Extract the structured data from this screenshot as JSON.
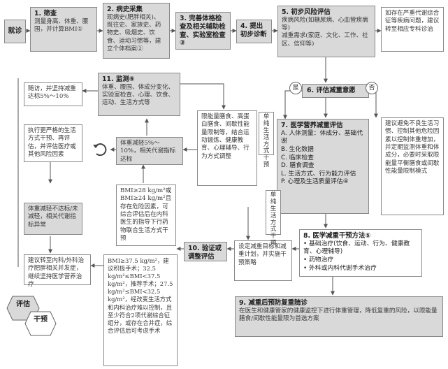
{
  "start": "就诊",
  "steps": {
    "s1": {
      "title": "1. 筛查",
      "text": "测量身高、体重、腰围，并计算BMI①"
    },
    "s2": {
      "title": "2. 病史采集",
      "text": "现病史(肥胖相关)、既往史、家族史、药物史、吸烟史、饮食、运动习惯等，建立个体档案②"
    },
    "s3": {
      "title": "3. 完善体格检查及相关辅助检查、实验室检查③"
    },
    "s4": {
      "title": "4. 提出初步诊断"
    },
    "s5": {
      "title": "5. 初步风险评估",
      "text": "疾病风险(如糖尿病、心血管疾病等)\n减重需求(家庭、文化、工作、社区、信仰等)"
    },
    "s5note": "如存在严重代谢综合征等疾病问题，建议转至相应专科诊治",
    "s6": {
      "title": "6. 评估减重意愿",
      "yes": "是",
      "no": "否"
    },
    "s7": {
      "title": "7. 医学营养减重评估",
      "items": [
        "A. 人体测量：体成分、基础代谢",
        "B. 生化数据",
        "C. 临床检查",
        "D. 膳食调查",
        "L. 生活方式、行为能力评估",
        "P. 心理及生活质量评估④"
      ]
    },
    "s7note": "建议避免不良生活习惯、控制其他危险因素以控制体重增加，并定期监测体重和体成分，必要时采取限能量平衡膳食或间歇性能量限制模式",
    "s8": {
      "title": "8. 医学减重干预方法⑤",
      "items": [
        "• 基础治疗(饮食、运动、行为、健康教育、心理辅导)",
        "• 药物治疗",
        "• 外科或内科代谢手术治疗"
      ]
    },
    "s9": {
      "title": "9. 减重后预防复重随诊",
      "text": "在医生和健康管家的健康监控下进行体重管理，降低复重的风险，以限能量膳食/间歇性能量限为首选方案"
    },
    "s10": {
      "title": "10. 验证或调整评估"
    },
    "s11": {
      "title": "11. 监测⑥",
      "text": "体重、腰围、体成分变化、实验室检查、心理、饮食、运动、生活方式等"
    }
  },
  "side_labels": {
    "lifestyle1": "单纯生活方式干预",
    "lifestyle2": "单纯生活方式干预"
  },
  "boxes": {
    "diet": "限能量膳食、高蛋白膳食、间歇性能量限制等，结合运动锻炼、健康教育、心理辅导、行为方式调整",
    "target": "设定减重目标和减重计划，并实施干预策略",
    "success": "体重减轻5%～10%，相关代谢指标达标",
    "followup": "随访，并坚持减重达标5%～10%",
    "strict": "执行更严格的生活方式干预、再评估，并评估医疗或其他风险因素",
    "fail": "体重减轻不达标/未减轻，相关代谢指标异常",
    "refer": "建议转至内科/外科治疗肥胖相关并发症，继续坚持医学营养治疗",
    "bmi1": "BMI≥28 kg/m²或BMI≥24 kg/m²且存在危险因素，可综合评估后在内科医生的指导下行药物联合生活方式干预",
    "bmi2": "BMI≥37.5 kg/m²，建议积极手术；32.5 kg/m²≤BMI<37.5 kg/m²，推荐手术；27.5 kg/m²≤BMI<32.5 kg/m²，经改变生活方式和内科治疗难以控制，且至少符合2项代谢综合征组分，或存在合并症，综合评估后可考虑手术"
  },
  "legend": {
    "assess": "评估",
    "intervene": "干预"
  },
  "colors": {
    "box_fill": "#d9d9d9",
    "border": "#8a8a8a",
    "arrow": "#555555"
  }
}
